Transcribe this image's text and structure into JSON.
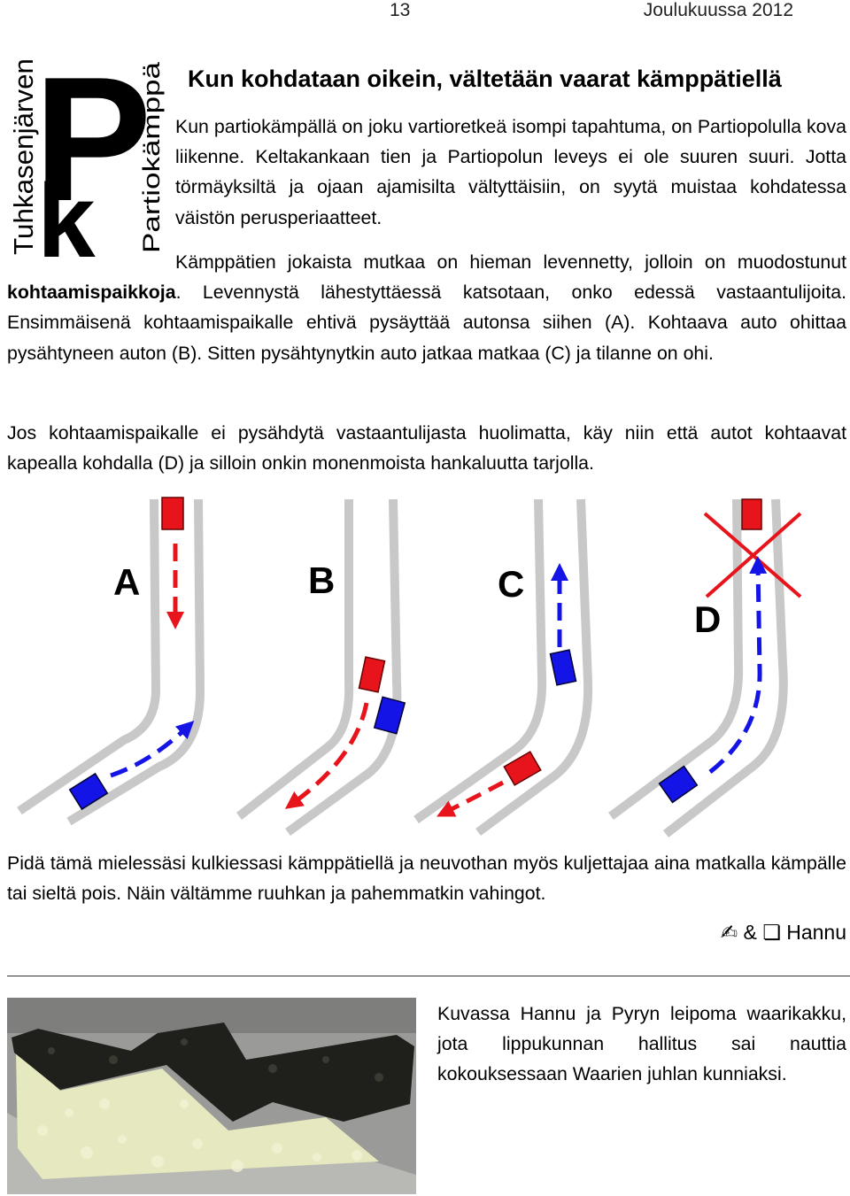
{
  "header": {
    "page_number": "13",
    "date": "Joulukuussa 2012"
  },
  "logo": {
    "letter_p": "P",
    "letter_k": "k",
    "side_text_left": "Tuhkasenjärven",
    "side_text_right": "Partiokämppä"
  },
  "article": {
    "title": "Kun kohdataan oikein, vältetään vaarat kämppätiellä",
    "p1": "Kun partiokämpällä on joku vartioretkeä isompi tapahtuma, on Partiopolulla kova liikenne. Keltakankaan tien ja Partiopolun leveys ei ole suuren suuri. Jotta törmäyksiltä ja ojaan ajamisilta vältyttäisiin, on syytä muistaa kohdatessa väistön perusperiaatteet.",
    "p2_a": "Kämppätien jokaista mutkaa on hieman levennetty, jolloin on muodostunut ",
    "p2_bold": "kohtaamispaikkoja",
    "p2_b": ". Levennystä lähestyttäessä katsotaan, onko edessä vastaantulijoita. Ensimmäisenä kohtaamispaikalle ehtivä pysäyttää autonsa siihen (A). Kohtaava auto ohittaa pysähtyneen auton (B). Sitten pysähtynytkin auto jatkaa matkaa (C) ja tilanne on ohi.",
    "p3": "Jos kohtaamispaikalle ei pysähdytä vastaantulijasta huolimatta, käy niin että autot kohtaavat kapealla kohdalla (D) ja silloin onkin monenmoista hankaluutta tarjolla.",
    "p4": "Pidä tämä mielessäsi kulkiessasi kämppätiellä ja neuvothan myös kuljettajaa aina matkalla kämpälle tai sieltä pois. Näin vältämme ruuhkan ja pahemmatkin vahingot.",
    "signature": "✍ & ❏ Hannu"
  },
  "diagram": {
    "panels": [
      {
        "label": "A"
      },
      {
        "label": "B"
      },
      {
        "label": "C"
      },
      {
        "label": "D"
      }
    ],
    "colors": {
      "road": "#c8c8c8",
      "red_car": "#e8141c",
      "blue_car": "#1414e6",
      "cross": "#e8141c"
    }
  },
  "photo": {
    "subject": "cake"
  },
  "caption": "Kuvassa Hannu ja Pyryn leipoma waarikakku, jota lippukunnan hallitus sai nauttia kokouksessaan Waarien juhlan kunniaksi."
}
